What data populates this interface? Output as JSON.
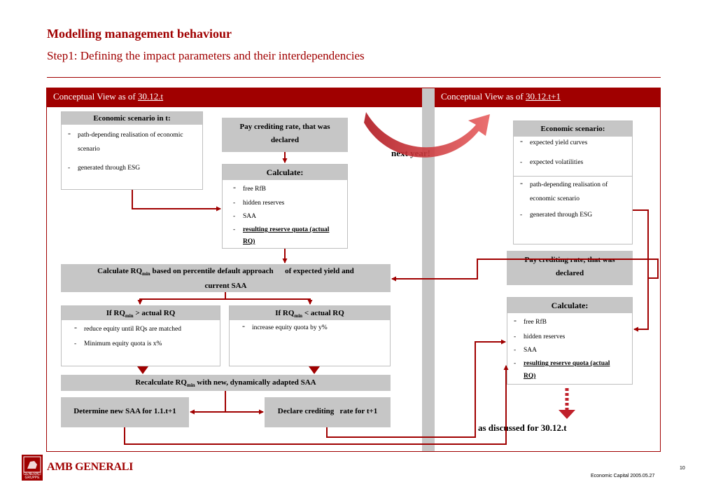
{
  "slide": {
    "title": "Modelling management behaviour",
    "subtitle": "Step1: Defining the impact parameters and their interdependencies"
  },
  "left_header": {
    "prefix": "Conceptual View as of ",
    "date": "30.12.t"
  },
  "right_header": {
    "prefix": "Conceptual View as of ",
    "date": "30.12.t+1"
  },
  "left": {
    "economic_scenario": {
      "title": "Economic scenario in t:",
      "items": [
        "path-depending realisation of economic",
        "scenario",
        "generated through ESG"
      ]
    },
    "pay_crediting": {
      "line1": "Pay crediting rate, that was",
      "line2": "declared"
    },
    "calculate": {
      "title": "Calculate:",
      "items": [
        "free RfB",
        "hidden reserves",
        "SAA",
        "resulting reserve quota (actual",
        "RQ)"
      ]
    },
    "calc_rqmin": {
      "pre": "Calculate RQ",
      "sub": "min",
      "post": " based on percentile default approach      of expected yield and",
      "line2": "current SAA"
    },
    "if_greater": {
      "pre": "If RQ",
      "sub": "min",
      "post": " > actual RQ",
      "items": [
        "reduce equity until RQs are matched",
        "Minimum equity quota is x%"
      ]
    },
    "if_less": {
      "pre": "If RQ",
      "sub": "min",
      "post": " < actual RQ",
      "items": [
        "increase equity quota by y%"
      ]
    },
    "recalculate": {
      "pre": "Recalculate RQ",
      "sub": "min",
      "post": " with new, dynamically adapted SAA"
    },
    "determine_saa": "Determine new SAA for 1.1.t+1",
    "declare_crediting": "Declare crediting   rate for t+1"
  },
  "next_year": "next year!",
  "right": {
    "economic_scenario": {
      "title": "Economic scenario:",
      "items": [
        "expected yield curves",
        "expected volatilities",
        "path-depending realisation of",
        "economic scenario",
        "generated through ESG"
      ]
    },
    "pay_crediting": {
      "line1": "Pay crediting rate, that was",
      "line2": "declared"
    },
    "calculate": {
      "title": "Calculate:",
      "items": [
        "free RfB",
        "hidden reserves",
        "SAA",
        "resulting reserve quota (actual",
        "RQ)"
      ]
    }
  },
  "as_discussed": "as discussed for 30.12.t",
  "footer": {
    "page": "10",
    "text": "Economic Capital 2005.05.27"
  },
  "logo": {
    "brand": "AMB GENERALI",
    "emblem_top": "GENERALI",
    "emblem_bottom": "GRUPPE"
  },
  "colors": {
    "accent": "#a00000",
    "grey": "#c6c6c6",
    "arrow_red": "#c0202a"
  }
}
